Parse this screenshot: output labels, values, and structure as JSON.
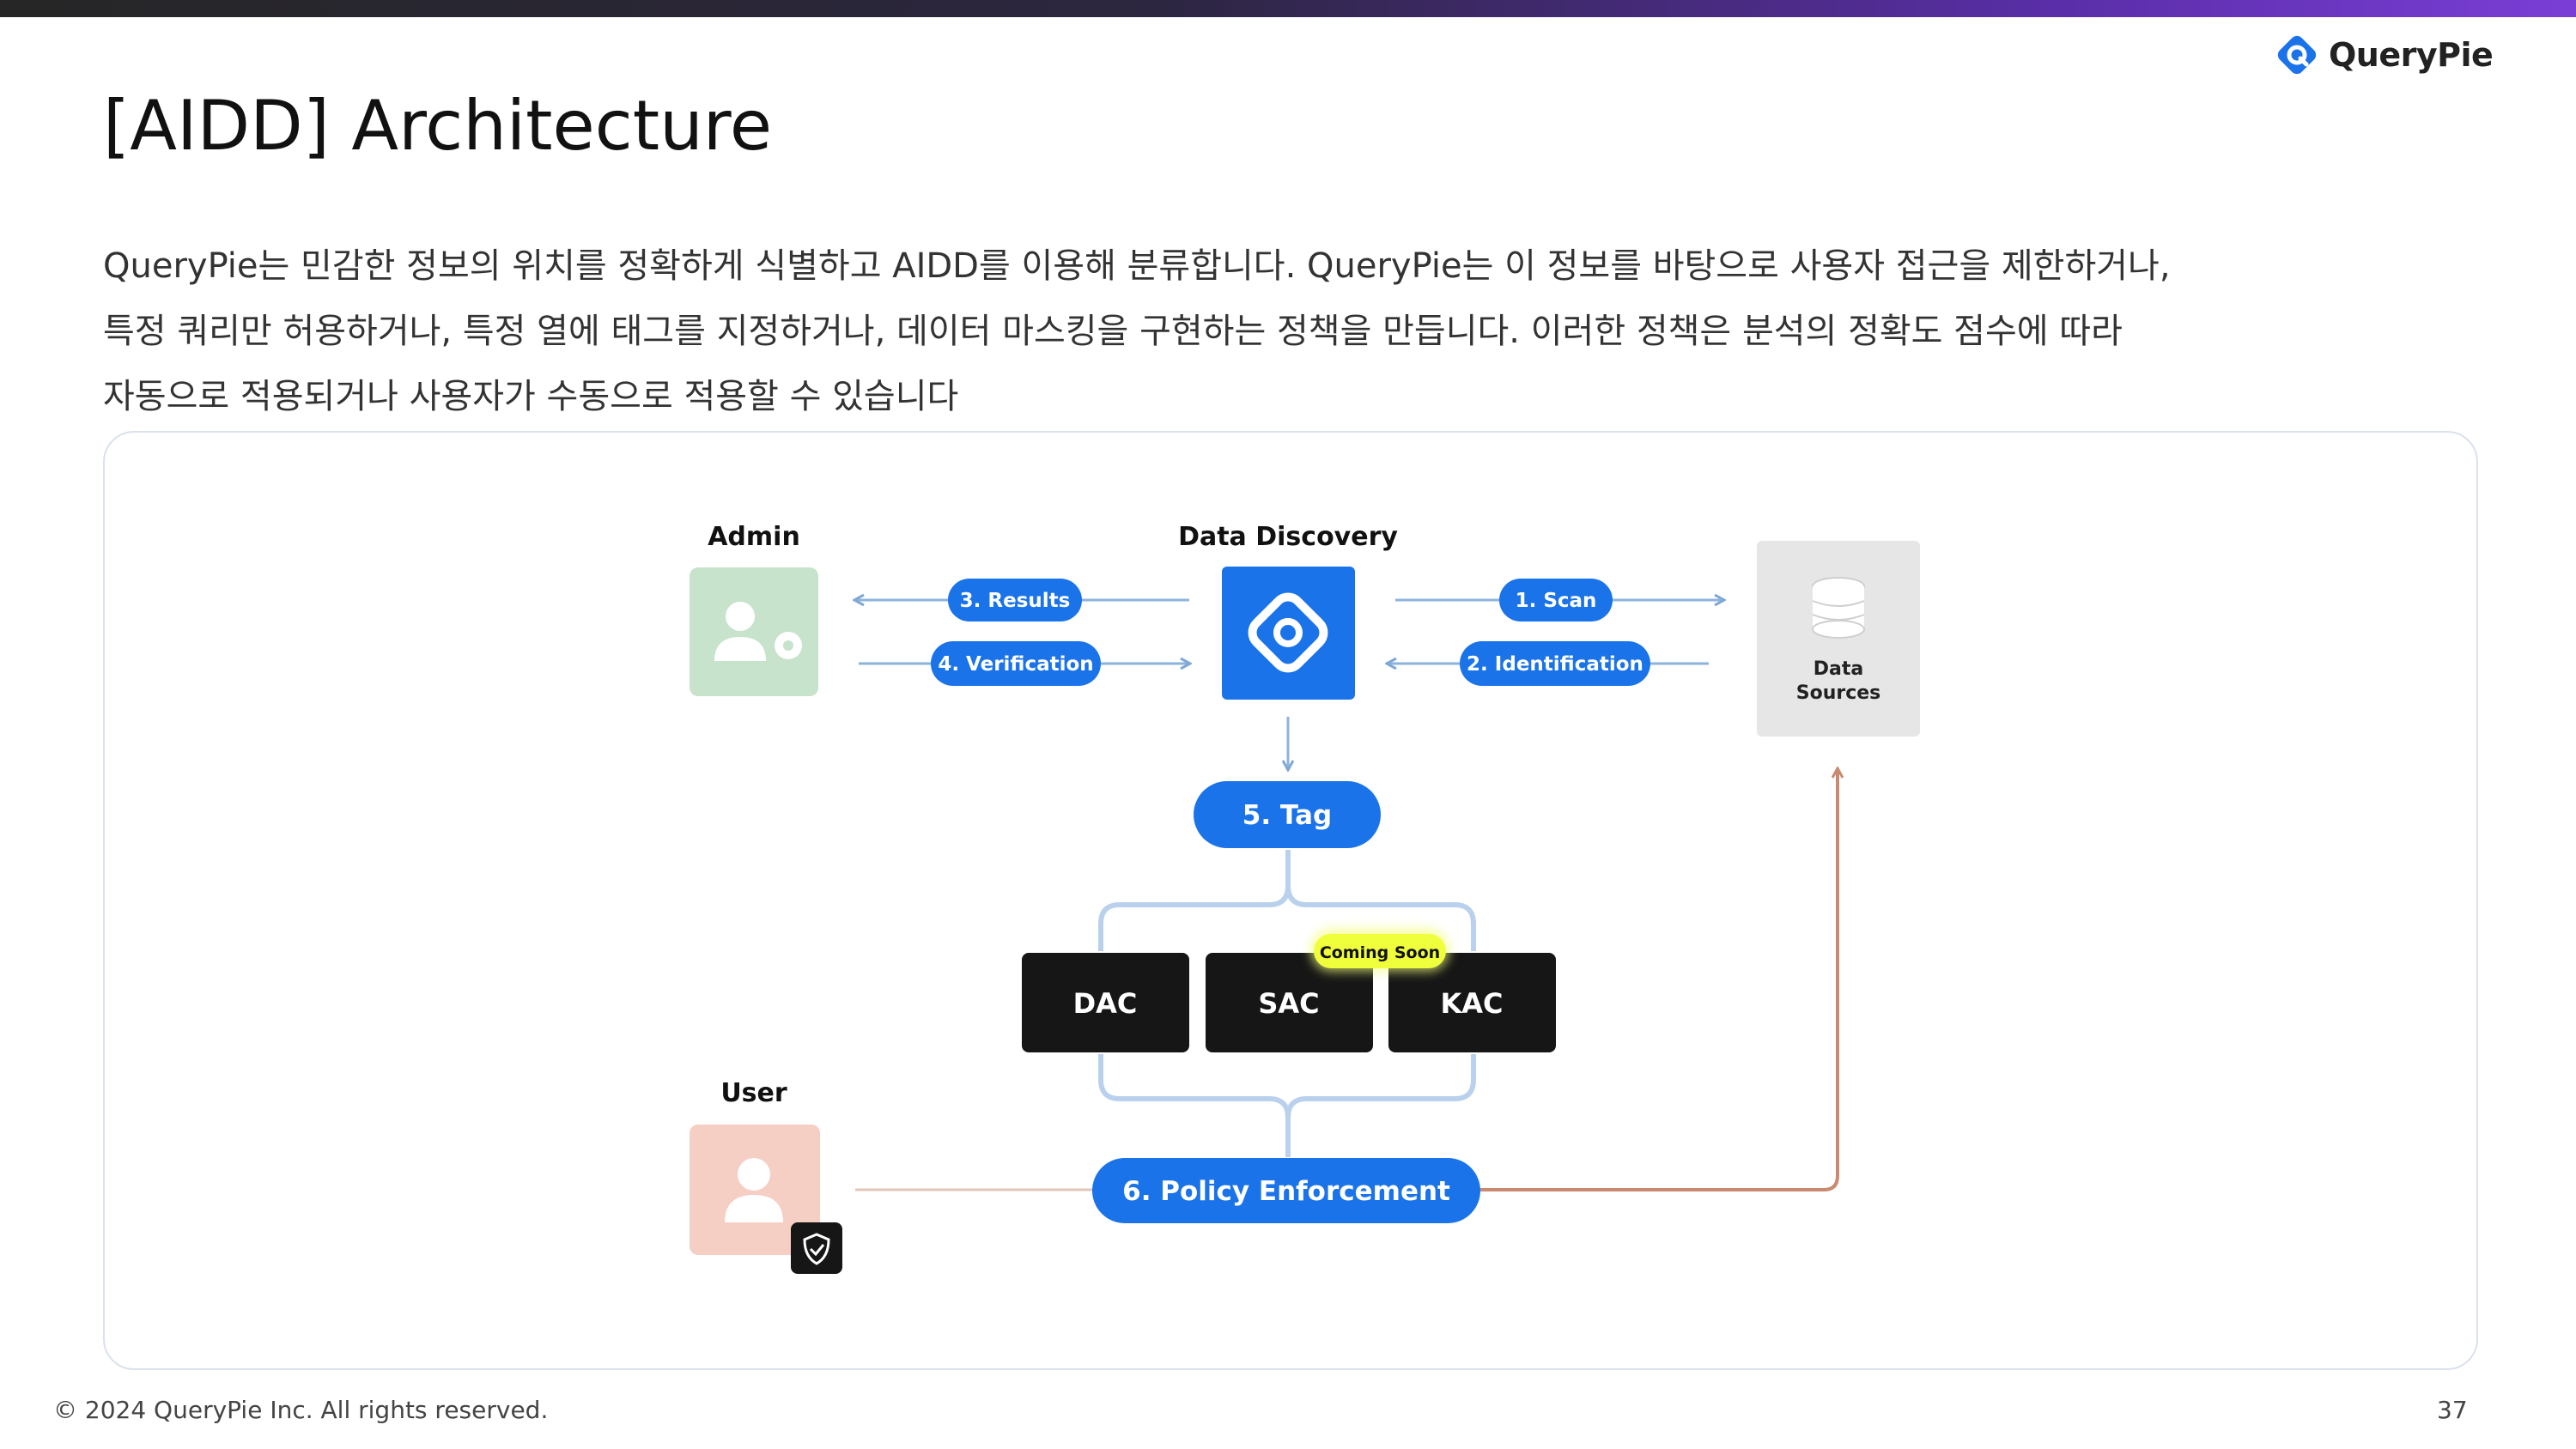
{
  "brand": {
    "logo_text": "QueryPie",
    "logo_color": "#1a73e8"
  },
  "title": "[AIDD] Architecture",
  "description": {
    "lines": [
      "QueryPie는 민감한 정보의 위치를 정확하게 식별하고 AIDD를 이용해 분류합니다. QueryPie는 이 정보를 바탕으로 사용자 접근을 제한하거나,",
      "특정 쿼리만 허용하거나, 특정 열에 태그를 지정하거나, 데이터 마스킹을 구현하는 정책을 만듭니다.  이러한 정책은 분석의 정확도 점수에 따라",
      "자동으로 적용되거나 사용자가 수동으로 적용할 수 있습니다"
    ]
  },
  "diagram": {
    "nodes": {
      "admin": {
        "label": "Admin",
        "icon": "admin-user-gear-icon",
        "color": "#c8e3cc"
      },
      "data_discovery": {
        "label": "Data Discovery",
        "icon": "querypie-logo-icon",
        "color": "#1a73e8"
      },
      "data_sources": {
        "label_line1": "Data",
        "label_line2": "Sources",
        "icon": "database-icon",
        "color": "#e6e6e6"
      },
      "user": {
        "label": "User",
        "icon": "user-shield-icon",
        "color": "#f6cfc4"
      }
    },
    "steps": {
      "scan": "1. Scan",
      "identification": "2. Identification",
      "results": "3. Results",
      "verification": "4. Verification",
      "tag": "5. Tag",
      "policy_enforcement": "6. Policy Enforcement"
    },
    "access_controls": [
      "DAC",
      "SAC",
      "KAC"
    ],
    "badge": {
      "text": "Coming Soon",
      "color": "#f0ff3c"
    },
    "colors": {
      "accent": "#1a73e8",
      "flow_line": "#8db3dd",
      "policy_line": "#c98a70",
      "control_box": "#161616"
    }
  },
  "footer": {
    "copyright": "© 2024 QueryPie Inc. All rights reserved.",
    "page_number": "37"
  }
}
